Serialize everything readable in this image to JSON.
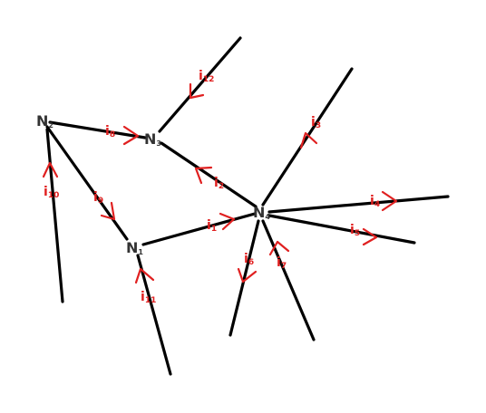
{
  "colors": {
    "wire": "#000000",
    "arrow": "#e02020",
    "node_text": "#333333"
  },
  "nodes": [
    {
      "id": "N1",
      "letter": "N",
      "subscript": "1"
    },
    {
      "id": "N2",
      "letter": "N",
      "subscript": "2"
    },
    {
      "id": "N3",
      "letter": "N",
      "subscript": "3"
    },
    {
      "id": "N4",
      "letter": "N",
      "subscript": "4"
    }
  ],
  "currents": [
    {
      "id": "i1",
      "letter": "i",
      "subscript": "1",
      "branch": "N1-N4"
    },
    {
      "id": "i2",
      "letter": "i",
      "subscript": "2",
      "branch": "N4-N3"
    },
    {
      "id": "i3",
      "letter": "i",
      "subscript": "3",
      "branch": "N4-ext"
    },
    {
      "id": "i4",
      "letter": "i",
      "subscript": "4",
      "branch": "N4-ext"
    },
    {
      "id": "i5",
      "letter": "i",
      "subscript": "5",
      "branch": "N4-ext"
    },
    {
      "id": "i6",
      "letter": "i",
      "subscript": "6",
      "branch": "N4-ext"
    },
    {
      "id": "i7",
      "letter": "i",
      "subscript": "7",
      "branch": "ext-N4"
    },
    {
      "id": "i8",
      "letter": "i",
      "subscript": "8",
      "branch": "N2-N3"
    },
    {
      "id": "i9",
      "letter": "i",
      "subscript": "9",
      "branch": "N2-N1"
    },
    {
      "id": "i10",
      "letter": "i",
      "subscript": "10",
      "branch": "ext-N2"
    },
    {
      "id": "i11",
      "letter": "i",
      "subscript": "11",
      "branch": "ext-N1"
    },
    {
      "id": "i12",
      "letter": "i",
      "subscript": "12",
      "branch": "ext-N3"
    }
  ]
}
